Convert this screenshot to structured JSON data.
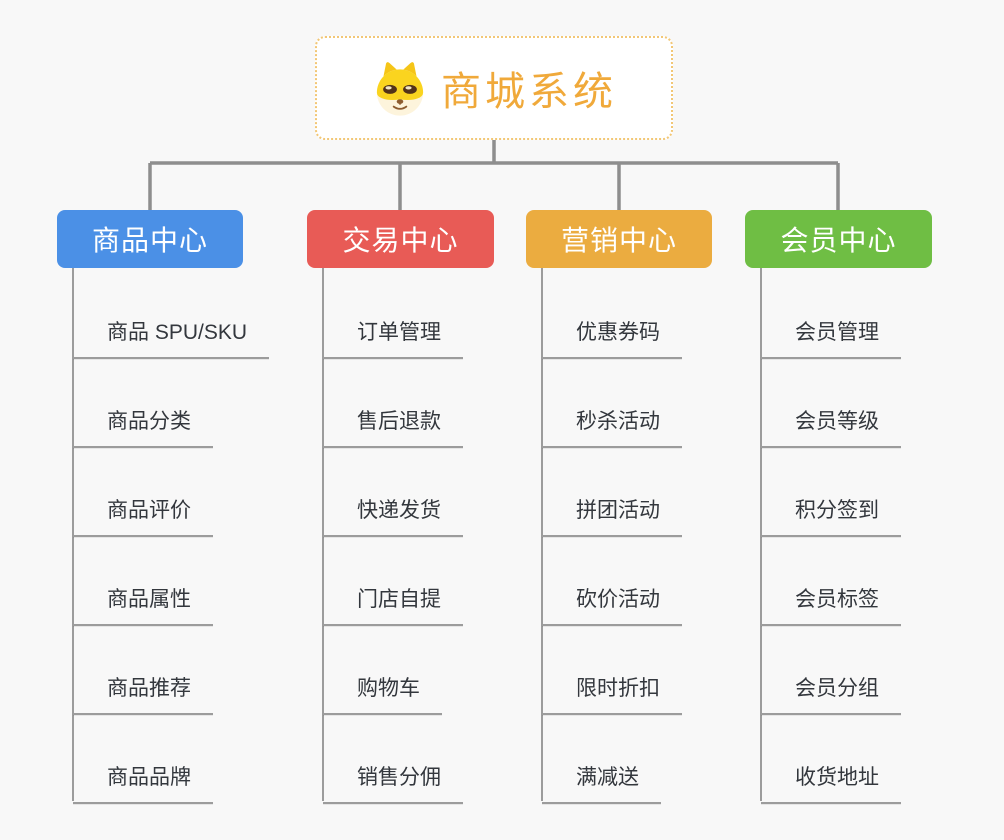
{
  "page": {
    "background_color": "#f8f8f8",
    "connector_color": "#8e8e8e",
    "leaf_line_color": "#9c9c9c"
  },
  "root": {
    "title": "商城系统",
    "icon": "shiba-dog-icon",
    "text_color": "#f0a93a",
    "border_color": "#f2c776"
  },
  "branches": [
    {
      "label": "商品中心",
      "color": "#4b90e6",
      "items": [
        "商品 SPU/SKU",
        "商品分类",
        "商品评价",
        "商品属性",
        "商品推荐",
        "商品品牌"
      ]
    },
    {
      "label": "交易中心",
      "color": "#e85b56",
      "items": [
        "订单管理",
        "售后退款",
        "快递发货",
        "门店自提",
        "购物车",
        "销售分佣"
      ]
    },
    {
      "label": "营销中心",
      "color": "#ebac40",
      "items": [
        "优惠券码",
        "秒杀活动",
        "拼团活动",
        "砍价活动",
        "限时折扣",
        "满减送"
      ]
    },
    {
      "label": "会员中心",
      "color": "#6fbe44",
      "items": [
        "会员管理",
        "会员等级",
        "积分签到",
        "会员标签",
        "会员分组",
        "收货地址"
      ]
    }
  ]
}
